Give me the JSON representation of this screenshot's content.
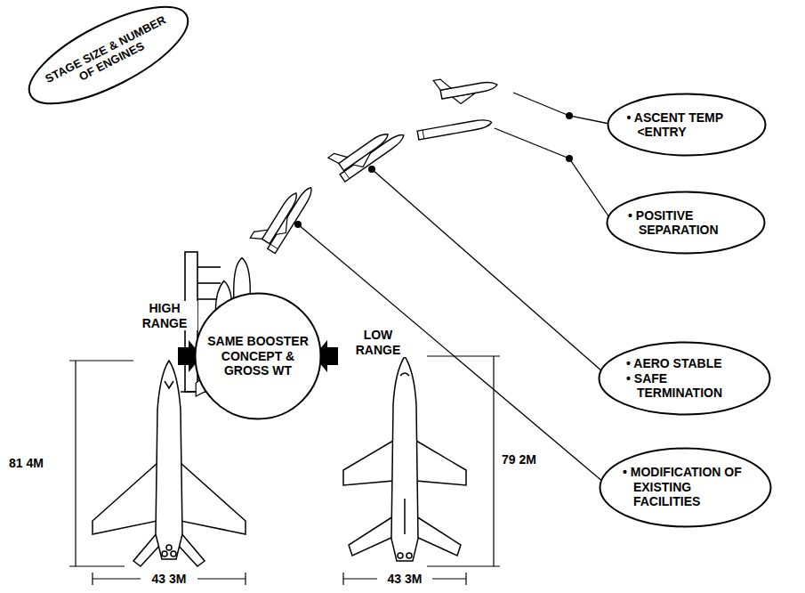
{
  "diagram": {
    "nodes": [
      {
        "text": [
          "STAGE SIZE & NUMBER OF ENGINES"
        ]
      },
      {
        "text": [
          "• ASCENT TEMP <ENTRY"
        ]
      },
      {
        "text": [
          "• POSITIVE SEPARATION"
        ]
      },
      {
        "text": [
          "• AERO STABLE",
          "• SAFE TERMINATION"
        ]
      },
      {
        "text": [
          "SAME BOOSTER CONCEPT & GROSS WT"
        ]
      },
      {
        "text": [
          "• MODIFICATION OF EXISTING FACILITIES"
        ]
      }
    ],
    "labels": [
      "HIGH RANGE",
      "LOW RANGE",
      "81 4M",
      "79 2M",
      "43 3M",
      "43 3M"
    ]
  }
}
